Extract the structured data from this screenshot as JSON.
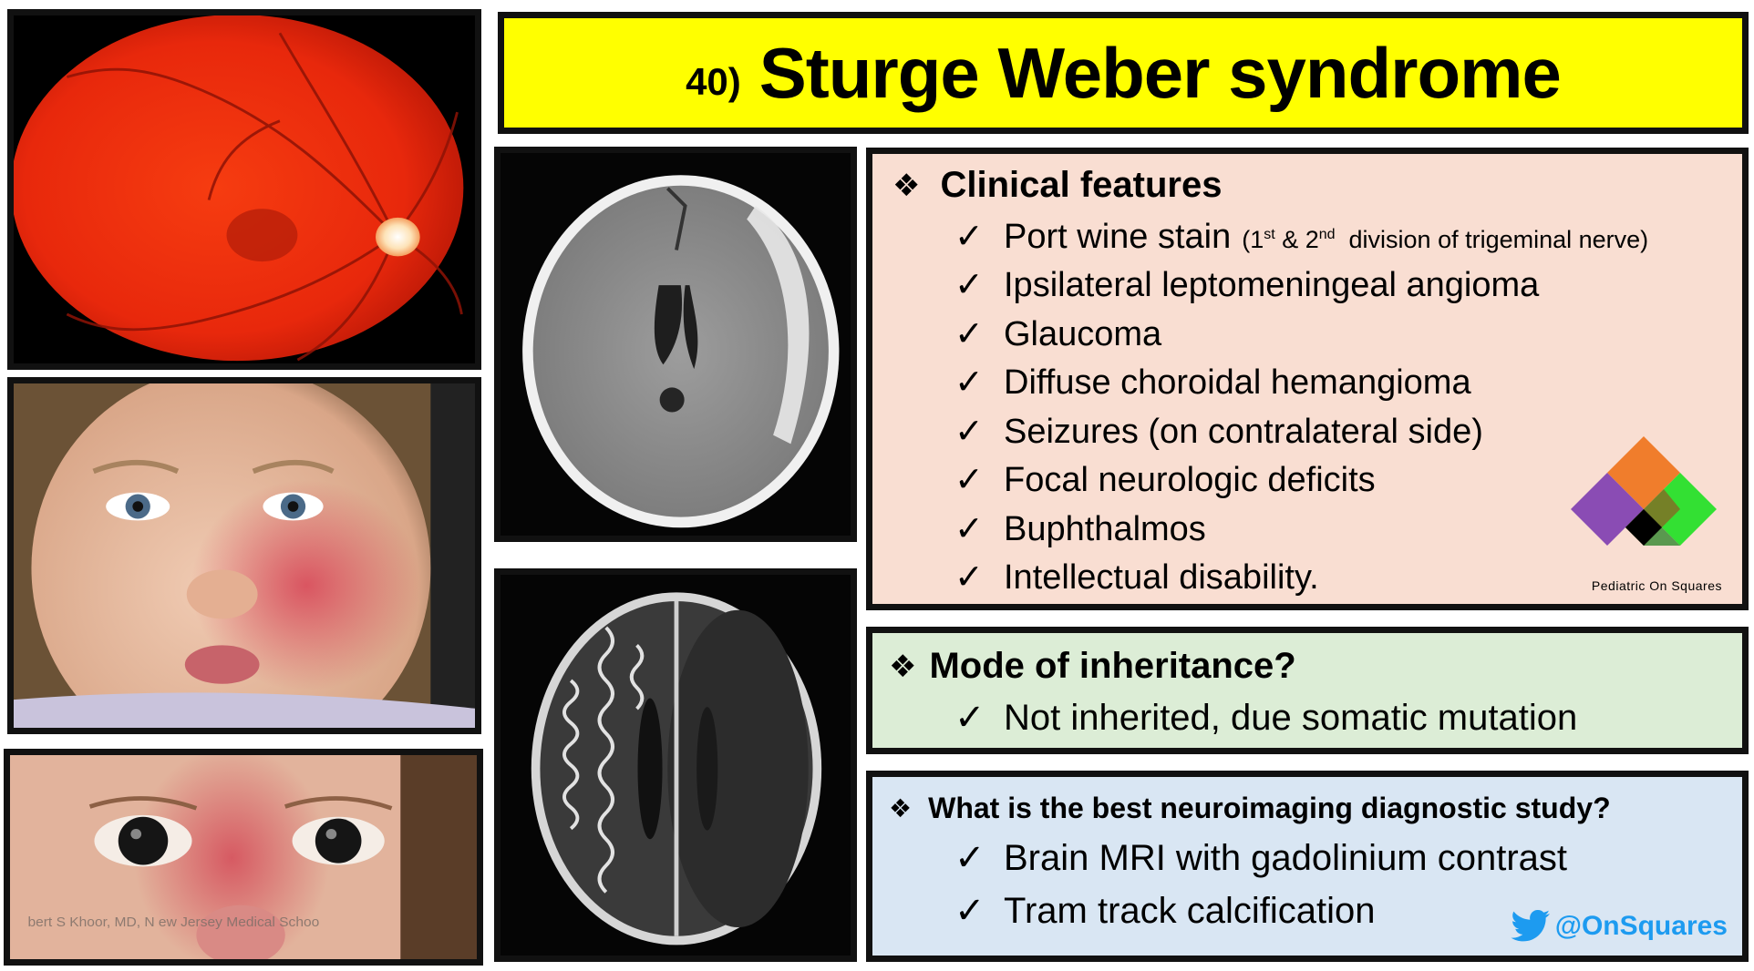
{
  "title": {
    "number": "40)",
    "text": "Sturge Weber syndrome"
  },
  "clinical": {
    "heading": "Clinical features",
    "items": [
      {
        "text": "Port wine stain",
        "note_pre": "(1",
        "note_sup1": "st",
        "note_mid": " & 2",
        "note_sup2": "nd",
        "note_post": "  division of trigeminal nerve)"
      },
      {
        "text": "Ipsilateral leptomeningeal angioma"
      },
      {
        "text": "Glaucoma"
      },
      {
        "text": "Diffuse choroidal hemangioma"
      },
      {
        "text": "Seizures (on contralateral side)"
      },
      {
        "text": "Focal neurologic deficits"
      },
      {
        "text": "Buphthalmos"
      },
      {
        "text": "Intellectual disability."
      }
    ],
    "logo_text": "Pediatric On Squares"
  },
  "inheritance": {
    "heading": "Mode of inheritance?",
    "items": [
      {
        "text": "Not inherited, due somatic mutation"
      }
    ]
  },
  "imaging": {
    "heading": "What is the best neuroimaging diagnostic study?",
    "items": [
      {
        "text": "Brain MRI with gadolinium contrast"
      },
      {
        "text": "Tram track calcification"
      }
    ]
  },
  "watermark": "bert S Khoor, MD, N    ew Jersey Medical Schoo",
  "twitter_handle": "@OnSquares",
  "icons": {
    "bullet": "diamond-bullet-icon",
    "check": "check-icon",
    "twitter": "twitter-bird-icon"
  },
  "colors": {
    "title_bg": "#ffff00",
    "clinical_bg": "#f9ded2",
    "inheritance_bg": "#dcedd6",
    "imaging_bg": "#d9e6f3",
    "twitter": "#1d9bf0"
  }
}
